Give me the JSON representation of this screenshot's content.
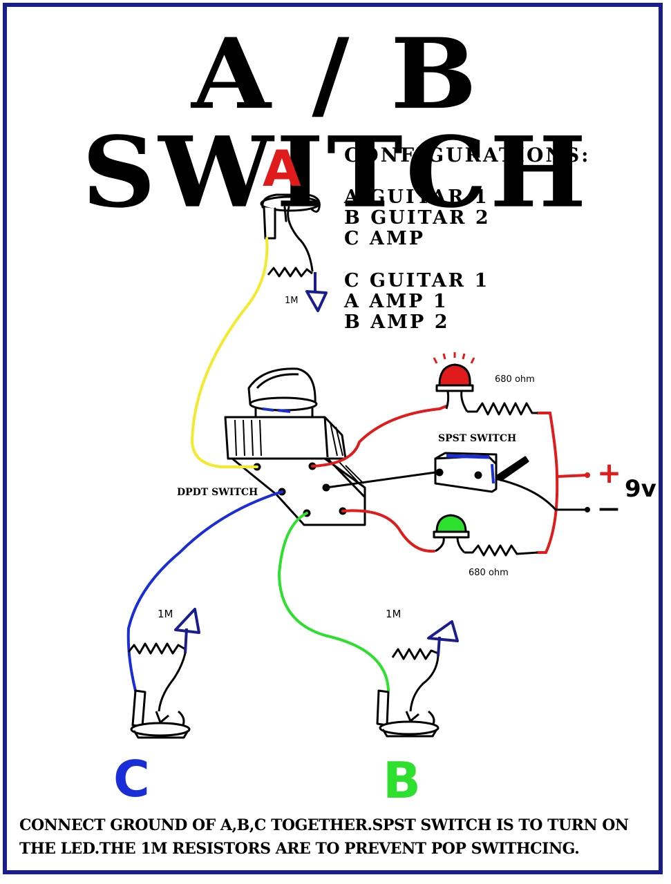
{
  "title": "A / B SWITCH",
  "configurations": {
    "heading": "CONFIGURATIONS:",
    "set1": [
      "A GUITAR 1",
      "B GUITAR 2",
      "C AMP"
    ],
    "set2": [
      "C GUITAR 1",
      "A AMP 1",
      "B AMP 2"
    ]
  },
  "jacks": {
    "a": {
      "letter": "A",
      "color": "#e01b1b"
    },
    "b": {
      "letter": "B",
      "color": "#2ee02e"
    },
    "c": {
      "letter": "C",
      "color": "#1a2ed8"
    }
  },
  "components": {
    "dpdt": "DPDT SWITCH",
    "spst": "SPST SWITCH",
    "resistor_top_led": "680 ohm",
    "resistor_bottom_led": "680 ohm",
    "resistor_a": "1M",
    "resistor_c": "1M",
    "resistor_b": "1M",
    "plus": "+",
    "minus": "—",
    "battery": "9v"
  },
  "footer": "CONNECT GROUND OF A,B,C TOGETHER.SPST SWITCH IS TO TURN ON THE LED.THE 1M RESISTORS ARE TO PREVENT POP SWITHCING.",
  "colors": {
    "frame": "#1a1d8c",
    "wire_yellow": "#f2ea2a",
    "wire_red": "#e01b1b",
    "wire_blue": "#1a2ed8",
    "wire_green": "#2ee02e",
    "pot_arrow": "#1a1d8c"
  }
}
